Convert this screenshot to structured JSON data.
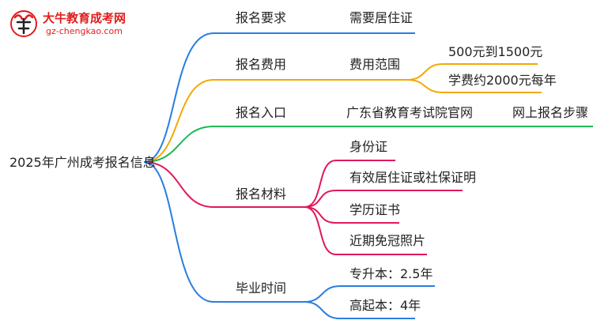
{
  "logo": {
    "title": "大牛教育成考网",
    "url": "gz-chengkao.com"
  },
  "root": "2025年广州成考报名信息",
  "branches": {
    "requirement": {
      "label": "报名要求",
      "detail": "需要居住证",
      "color": "#2a7de1"
    },
    "fee": {
      "label": "报名费用",
      "detail": "费用范围",
      "items": [
        "500元到1500元",
        "学费约2000元每年"
      ],
      "color": "#f2a900"
    },
    "entry": {
      "label": "报名入口",
      "detail": "广东省教育考试院官网",
      "extra": "网上报名步骤",
      "color": "#1db954"
    },
    "materials": {
      "label": "报名材料",
      "items": [
        "身份证",
        "有效居住证或社保证明",
        "学历证书",
        "近期免冠照片"
      ],
      "color": "#e0195a"
    },
    "duration": {
      "label": "毕业时间",
      "items": [
        "专升本：2.5年",
        "高起本：4年"
      ],
      "color": "#2a7de1"
    }
  }
}
